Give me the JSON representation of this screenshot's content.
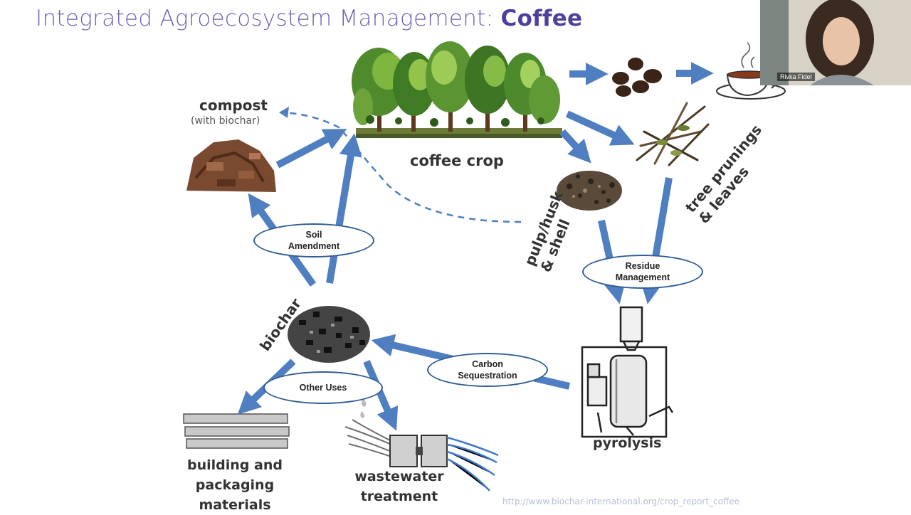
{
  "slide": {
    "title_main": "Integrated Agroecosystem Management: ",
    "title_bold": "Coffee",
    "labels": {
      "compost": "compost",
      "compost_sub": "(with biochar)",
      "coffee_crop": "coffee crop",
      "pulp": "pulp/husk\n& shell",
      "prunings": "tree prunings\n& leaves",
      "biochar": "biochar",
      "pyrolysis": "pyrolysis",
      "building": "building and\npackaging materials",
      "wastewater": "wastewater\ntreatment"
    },
    "ovals": {
      "soil": "Soil\nAmendment",
      "residue": "Residue\nManagement",
      "carbon": "Carbon\nSequestration",
      "other": "Other Uses"
    },
    "source_url": "http://www.biochar-international.org/crop_report_coffee"
  },
  "participant": {
    "name": "Rivka Fidel"
  },
  "colors": {
    "arrow": "#4f7fc0",
    "title": "#7061b3",
    "oval_border": "#2f5d95"
  }
}
